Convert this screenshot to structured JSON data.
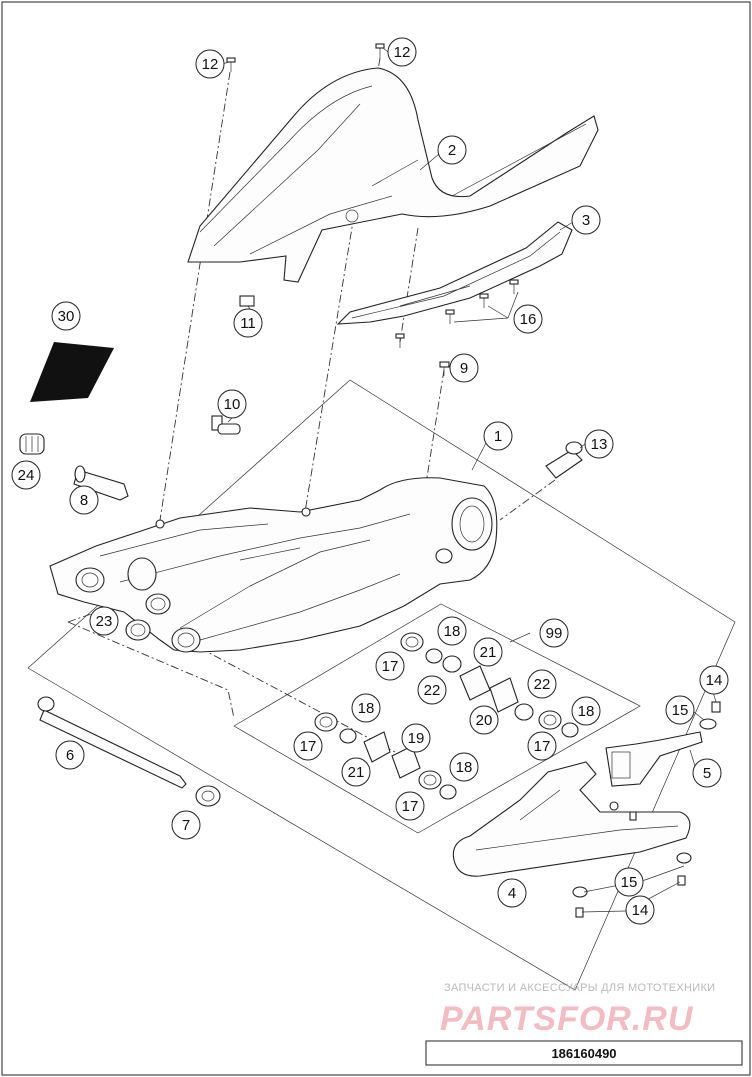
{
  "callouts": [
    "1",
    "2",
    "3",
    "4",
    "5",
    "6",
    "7",
    "8",
    "9",
    "10",
    "11",
    "12",
    "13",
    "14",
    "15",
    "16",
    "17",
    "18",
    "19",
    "20",
    "21",
    "22",
    "23",
    "24",
    "30",
    "99"
  ],
  "watermark": {
    "tagline": "ЗАПЧАСТИ И АКСЕССУАРЫ ДЛЯ МОТОТЕХНИКИ",
    "logo": "PARTSFOR.RU"
  },
  "diagram_code": "186160490",
  "colors": {
    "line": "#222222",
    "watermark_logo": "#f2bcc2",
    "watermark_text": "#b9b9b9",
    "marker_fill": "#111111"
  }
}
